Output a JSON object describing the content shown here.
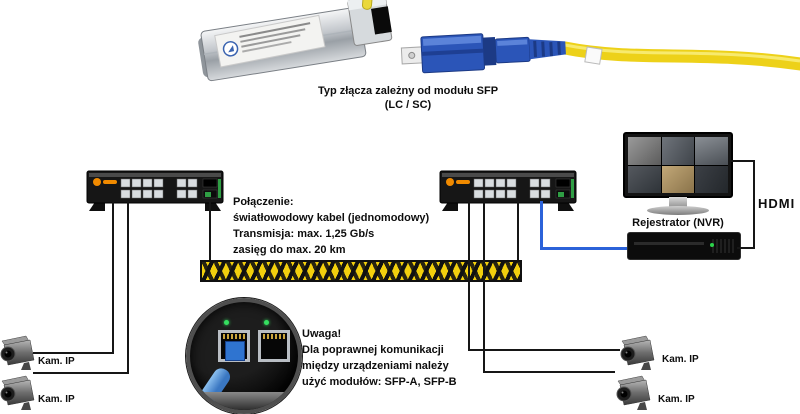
{
  "top_caption": {
    "line1": "Typ złącza zależny od modułu SFP",
    "line2": "(LC / SC)"
  },
  "fiber_info": {
    "line1": "Połączenie:",
    "line2": "światłowodowy kabel (jednomodowy)",
    "line3": "Transmisja: max. 1,25 Gb/s",
    "line4": "zasięg do max. 20 km"
  },
  "note": {
    "line1": "Uwaga!",
    "line2": "Dla poprawnej komunikacji",
    "line3": "między urządzeniami należy",
    "line4": "użyć modułów: SFP-A, SFP-B"
  },
  "labels": {
    "camera": "Kam. IP",
    "recorder": "Rejestrator (NVR)",
    "hdmi": "HDMI"
  },
  "colors": {
    "fiber_yellow": "#f2cf0d",
    "connector_blue": "#2b55b8",
    "cable_blue": "#2b62d9",
    "switch_body": "#161616",
    "brand_orange": "#f08a00"
  }
}
